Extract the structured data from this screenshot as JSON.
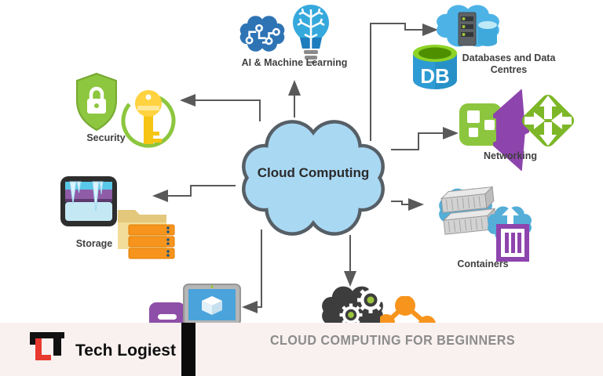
{
  "center": {
    "label": "Cloud Computing"
  },
  "nodes": {
    "ai_ml": {
      "label": "AI & Machine Learning"
    },
    "databases": {
      "label": "Databases and Data Centres",
      "db_text": "DB"
    },
    "networking": {
      "label": "Networking"
    },
    "containers": {
      "label": "Containers"
    },
    "security": {
      "label": "Security"
    },
    "storage": {
      "label": "Storage"
    }
  },
  "footer": {
    "brand": "Tech Logiest",
    "headline": "CLOUD COMPUTING FOR BEGINNERS"
  },
  "icons": {
    "brain": "circuit-brain",
    "lightbulb": "brain-lightbulb",
    "data_center": "cloud-server-cylinder",
    "db": "database-cylinder",
    "load_balancer": "green-square-purple-arrows",
    "router": "green-diamond-arrows",
    "containers": "clouds-shipping-containers",
    "container_upload": "purple-container-up-arrow",
    "shield": "shield-lock",
    "key": "key-in-green-circle",
    "cold_storage": "glacier-box",
    "folder": "folder",
    "servers": "orange-server-stack",
    "tablet": "tablet-cube",
    "device": "purple-device",
    "devops": "dark-cloud-gears",
    "molecule": "orange-network-nodes"
  },
  "colors": {
    "cloud_fill": "#a9d8f3",
    "cloud_stroke": "#565f66",
    "line": "#595959",
    "green": "#8dc63f",
    "blue": "#2f9bd4",
    "purple": "#8e44ad",
    "orange": "#f7941d",
    "footer_bg": "#f9f1f0",
    "headline_text": "#8c8c8c"
  }
}
